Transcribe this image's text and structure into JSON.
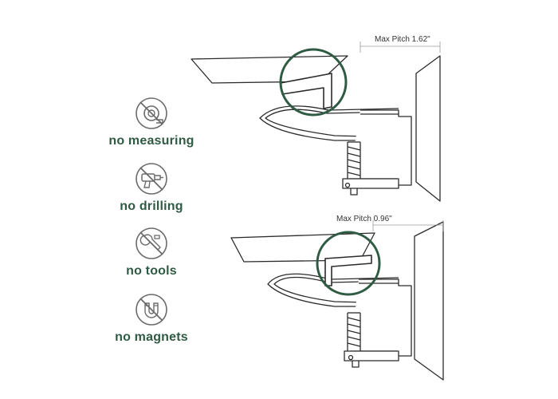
{
  "colors": {
    "accent": "#2f5b44",
    "line": "#2b2b2b",
    "dim": "#9a9a9a"
  },
  "features": [
    {
      "label": "no measuring",
      "icon": "no-measuring-tape-icon"
    },
    {
      "label": "no drilling",
      "icon": "no-drill-icon"
    },
    {
      "label": "no tools",
      "icon": "no-wrench-icon"
    },
    {
      "label": "no magnets",
      "icon": "no-magnet-icon"
    }
  ],
  "diagrams": {
    "top": {
      "pitch_label": "Max Pitch 1.62\""
    },
    "bottom": {
      "pitch_label": "Max Pitch 0.96\""
    }
  }
}
